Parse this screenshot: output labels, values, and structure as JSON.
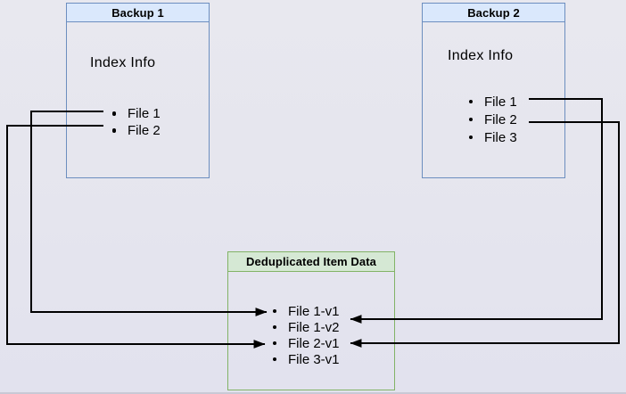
{
  "diagram": {
    "backup1": {
      "title": "Backup 1",
      "label": "Index Info",
      "files": [
        "File 1",
        "File 2"
      ]
    },
    "backup2": {
      "title": "Backup 2",
      "label": "Index Info",
      "files": [
        "File 1",
        "File 2",
        "File 3"
      ]
    },
    "dedup": {
      "title": "Deduplicated Item Data",
      "items": [
        "File 1-v1",
        "File 1-v2",
        "File 2-v1",
        "File 3-v1"
      ]
    },
    "connections": [
      {
        "from": "Backup 1 / File 1",
        "to": "Deduplicated Item Data / File 1-v1"
      },
      {
        "from": "Backup 1 / File 2",
        "to": "Deduplicated Item Data / File 2-v1"
      },
      {
        "from": "Backup 2 / File 1",
        "to": "Deduplicated Item Data / File 1-v2"
      },
      {
        "from": "Backup 2 / File 2",
        "to": "Deduplicated Item Data / File 2-v1"
      }
    ],
    "colors": {
      "background": "#e5e5ee",
      "blue_header_fill": "#dae8fc",
      "blue_border": "#6c8ebf",
      "green_header_fill": "#d5e8d4",
      "green_border": "#82b366",
      "connector": "#000000",
      "text": "#000000"
    }
  }
}
